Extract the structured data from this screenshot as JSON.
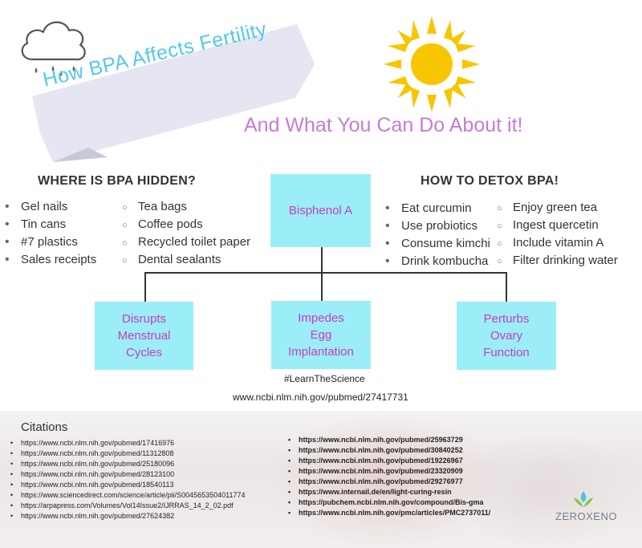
{
  "banner": {
    "title": "How BPA  Affects Fertility"
  },
  "subtitle": "And What You Can Do About it!",
  "hidden": {
    "heading": "WHERE IS BPA HIDDEN?",
    "col1": [
      "Gel nails",
      "Tin cans",
      "#7 plastics",
      "Sales receipts"
    ],
    "col2": [
      "Tea bags",
      "Coffee pods",
      "Recycled toilet paper",
      "Dental sealants"
    ]
  },
  "detox": {
    "heading": "HOW TO DETOX BPA!",
    "col1": [
      "Eat curcumin",
      "Use probiotics",
      "Consume kimchi",
      "Drink kombucha"
    ],
    "col2": [
      "Enjoy green tea",
      "Ingest quercetin",
      "Include vitamin A",
      "Filter drinking water"
    ]
  },
  "diagram": {
    "root": "Bisphenol A",
    "children": [
      {
        "line1": "Disrupts",
        "line2": "Menstrual",
        "line3": "Cycles"
      },
      {
        "line1": "Impedes",
        "line2": "Egg",
        "line3": "Implantation"
      },
      {
        "line1": "Perturbs",
        "line2": "Ovary",
        "line3": "Function"
      }
    ]
  },
  "hashtag": "#LearnTheScience",
  "reference_url": "www.ncbi.nlm.nih.gov/pubmed/27417731",
  "citations": {
    "title": "Citations",
    "left": [
      "https://www.ncbi.nlm.nih.gov/pubmed/17416976",
      "https://www.ncbi.nlm.nih.gov/pubmed/11312808",
      "https://www.ncbi.nlm.nih.gov/pubmed/25180096",
      "https://www.ncbi.nlm.nih.gov/pubmed/28123100",
      "https://www.ncbi.nlm.nih.gov/pubmed/18540113",
      "https://www.sciencedirect.com/science/article/pii/S0045653504011774",
      "https://arpapress.com/Volumes/Vol14Issue2/IJRRAS_14_2_02.pdf",
      "https://www.ncbi.nlm.nih.gov/pubmed/27624382"
    ],
    "right": [
      "https://www.ncbi.nlm.nih.gov/pubmed/25963729",
      "https://www.ncbi.nlm.nih.gov/pubmed/30840252",
      "https://www.ncbi.nlm.nih.gov/pubmed/19226967",
      "https://www.ncbi.nlm.nih.gov/pubmed/23320909",
      "https://www.ncbi.nlm.nih.gov/pubmed/29276977",
      "https://www.internail.de/en/light-curing-resin",
      "https://pubchem.ncbi.nlm.nih.gov/compound/Bis-gma",
      "https://www.ncbi.nlm.nih.gov/pmc/articles/PMC2737011/"
    ]
  },
  "logo": {
    "text": "ZEROXENO"
  },
  "icons": {
    "cloud": "cloud-rain-icon",
    "sun": "sun-icon",
    "logo_mark": "leaf-drop-icon"
  },
  "colors": {
    "banner_text": "#55c8e8",
    "subtitle": "#c77cd3",
    "node_fill": "#9beef8",
    "node_text": "#c43dbf",
    "sun": "#f7c600"
  }
}
